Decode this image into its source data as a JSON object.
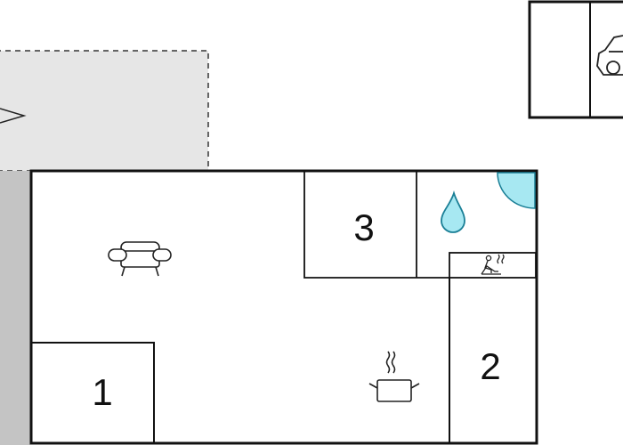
{
  "floorplan": {
    "rooms": [
      {
        "key": "room-1",
        "number": "1"
      },
      {
        "key": "room-2",
        "number": "2"
      },
      {
        "key": "room-3",
        "number": "3"
      }
    ],
    "icons": [
      "sofa-icon",
      "water-drop-icon",
      "sauna-icon",
      "cooking-pot-icon",
      "car-icon",
      "entrance-arrow-icon",
      "shower-icon"
    ],
    "colors": {
      "wall": "#111111",
      "terrace": "#e6e6e6",
      "side_strip": "#c4c4c4",
      "water_blue": "#a7e8f2",
      "water_stroke": "#1a7f96"
    }
  }
}
